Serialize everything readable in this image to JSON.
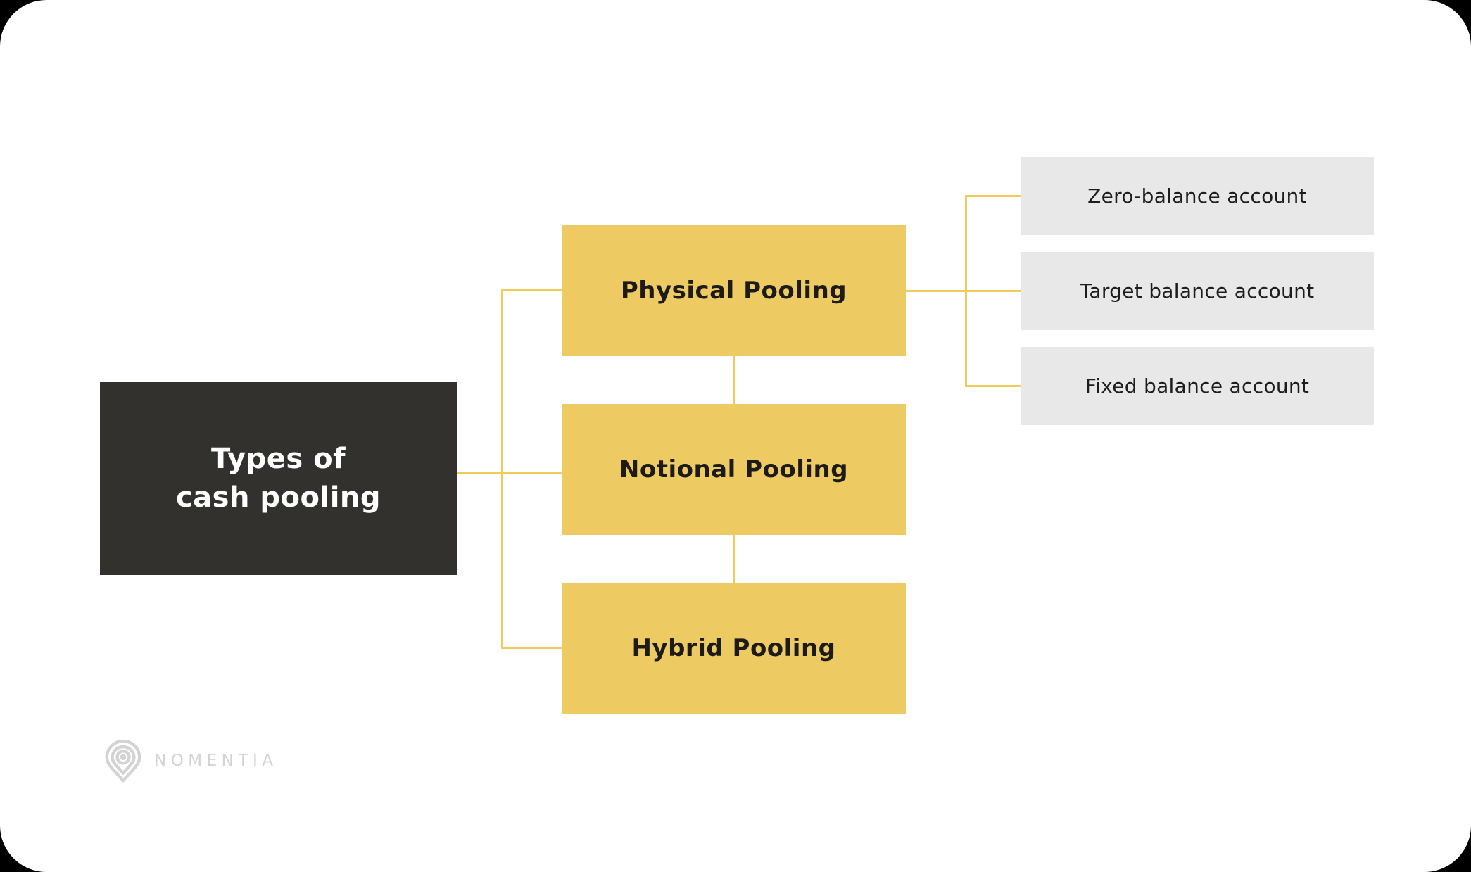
{
  "colors": {
    "background": "#000000",
    "card": "#ffffff",
    "root_fill": "#32312d",
    "root_text": "#ffffff",
    "pool_fill": "#edca62",
    "pool_text": "#1c1b17",
    "account_fill": "#e8e8e8",
    "account_text": "#1d1d1d",
    "connector": "#f1ca59",
    "logo": "#d3d3d3"
  },
  "diagram": {
    "root": {
      "label_line1": "Types of",
      "label_line2": "cash pooling"
    },
    "pools": [
      {
        "label": "Physical Pooling"
      },
      {
        "label": "Notional Pooling"
      },
      {
        "label": "Hybrid Pooling"
      }
    ],
    "accounts": [
      {
        "label": "Zero-balance account"
      },
      {
        "label": "Target balance account"
      },
      {
        "label": "Fixed balance account"
      }
    ]
  },
  "footer": {
    "logo_text": "NOMENTIA",
    "logo_icon": "map-pin-logo-icon"
  }
}
